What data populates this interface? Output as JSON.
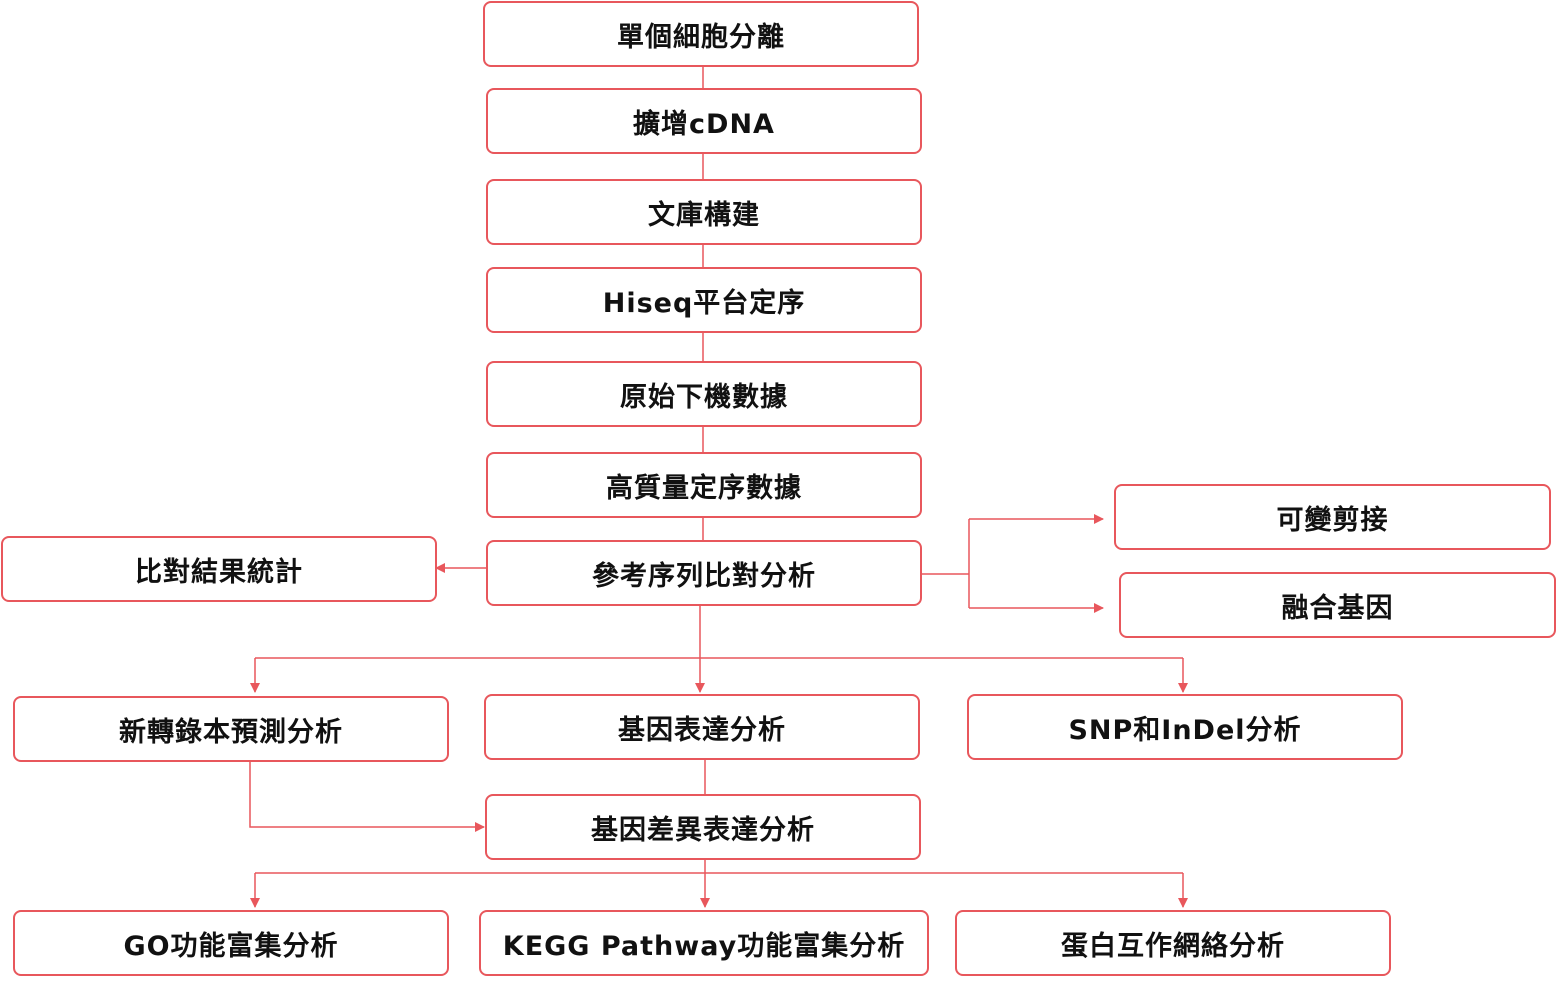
{
  "colors": {
    "stroke": "#e8575c",
    "text": "#111111",
    "background": "#ffffff"
  },
  "nodes": {
    "single_cell": "單個細胞分離",
    "amplify_cdna": "擴增cDNA",
    "library": "文庫構建",
    "hiseq": "Hiseq平台定序",
    "raw_data": "原始下機數據",
    "hq_data": "高質量定序數據",
    "alignment": "參考序列比對分析",
    "align_stats": "比對結果統計",
    "alt_splicing": "可變剪接",
    "fusion_gene": "融合基因",
    "novel_transcript": "新轉錄本預測分析",
    "gene_expression": "基因表達分析",
    "snp_indel": "SNP和InDel分析",
    "diff_expression": "基因差異表達分析",
    "go_enrichment": "GO功能富集分析",
    "kegg_enrichment": "KEGG Pathway功能富集分析",
    "ppi_network": "蛋白互作網絡分析"
  }
}
